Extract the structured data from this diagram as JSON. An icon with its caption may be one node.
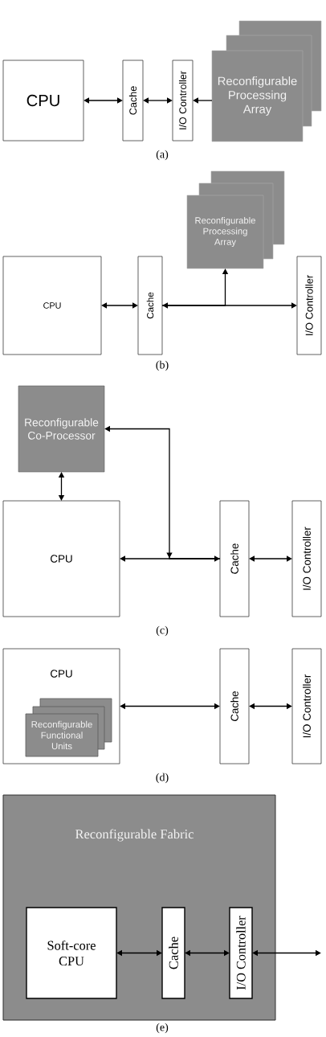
{
  "diagram": {
    "nodes": [
      {
        "text": [
          "CPU"
        ]
      },
      {
        "text": [
          "Cache"
        ]
      },
      {
        "text": [
          "I/O Controller"
        ]
      },
      {
        "text": [
          "Reconfigurable Processing Array"
        ]
      },
      {
        "text": [
          "CPU"
        ]
      },
      {
        "text": [
          "Cache"
        ]
      },
      {
        "text": [
          "Reconfigurable Processing Array"
        ]
      },
      {
        "text": [
          "I/O Controller"
        ]
      },
      {
        "text": [
          "Reconfigurable Co-Processor"
        ]
      },
      {
        "text": [
          "CPU"
        ]
      },
      {
        "text": [
          "Cache"
        ]
      },
      {
        "text": [
          "I/O Controller"
        ]
      },
      {
        "text": [
          "CPU"
        ]
      },
      {
        "text": [
          "Reconfigurable Functional Units"
        ],
        "in": 12
      },
      {
        "text": [
          "Cache"
        ]
      },
      {
        "text": [
          "I/O Controller"
        ]
      },
      {
        "text": [
          "Reconfigurable Fabric"
        ]
      },
      {
        "text": [
          "Soft-core CPU"
        ],
        "in": 16
      },
      {
        "text": [
          "Cache"
        ],
        "in": 16
      },
      {
        "text": [
          "I/O Controller"
        ],
        "in": 16
      }
    ],
    "edges": [
      {
        "from": 0,
        "to": 1,
        "arrow": "both"
      },
      {
        "from": 1,
        "to": 2,
        "arrow": "both"
      },
      {
        "from": 3,
        "to": 2,
        "arrow": "to"
      },
      {
        "from": 4,
        "to": 5,
        "arrow": "both"
      },
      {
        "from": 5,
        "to": 6,
        "arrow": "to"
      },
      {
        "from": 5,
        "to": 7,
        "arrow": "both"
      },
      {
        "from": 8,
        "to": 9,
        "arrow": "both"
      },
      {
        "from": 9,
        "to": 10,
        "arrow": "both"
      },
      {
        "from": 10,
        "to": 8,
        "arrow": "to"
      },
      {
        "from": 10,
        "to": 11,
        "arrow": "both"
      },
      {
        "from": 12,
        "to": 14,
        "arrow": "both"
      },
      {
        "from": 14,
        "to": 15,
        "arrow": "both"
      },
      {
        "from": 17,
        "to": 18,
        "arrow": "both"
      },
      {
        "from": 18,
        "to": 19,
        "arrow": "both"
      },
      {
        "from": 19,
        "to": null,
        "arrow": "both"
      }
    ],
    "labels": [
      "(a)",
      "(b)",
      "(c)",
      "(d)",
      "(e)"
    ]
  }
}
